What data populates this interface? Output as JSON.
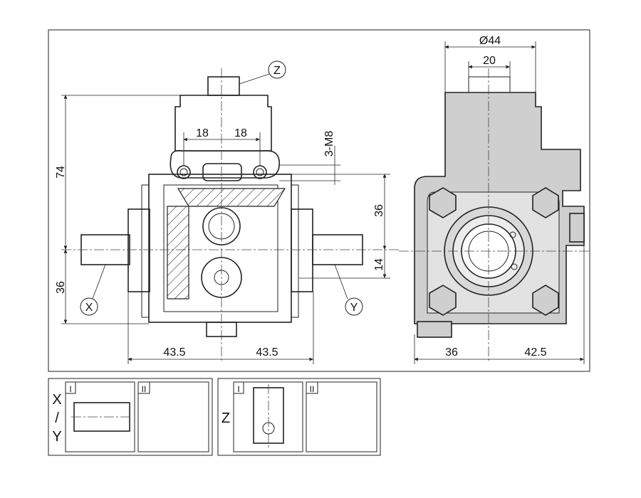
{
  "dimensions": {
    "d74": "74",
    "d36_left": "36",
    "d18_a": "18",
    "d18_b": "18",
    "thread": "3-M8",
    "d36_right": "36",
    "d14": "14",
    "d43_5_a": "43.5",
    "d43_5_b": "43.5",
    "dia44": "Ø44",
    "d20": "20",
    "d36_bottom": "36",
    "d42_5": "42.5"
  },
  "callouts": {
    "x": "X",
    "y": "Y",
    "z": "Z"
  },
  "legend": {
    "xy_label_x": "X",
    "xy_label_slash": "/",
    "xy_label_y": "Y",
    "z_label": "Z",
    "box1_i": "I",
    "box1_ii": "II",
    "box2_i": "I",
    "box2_ii": "II"
  }
}
